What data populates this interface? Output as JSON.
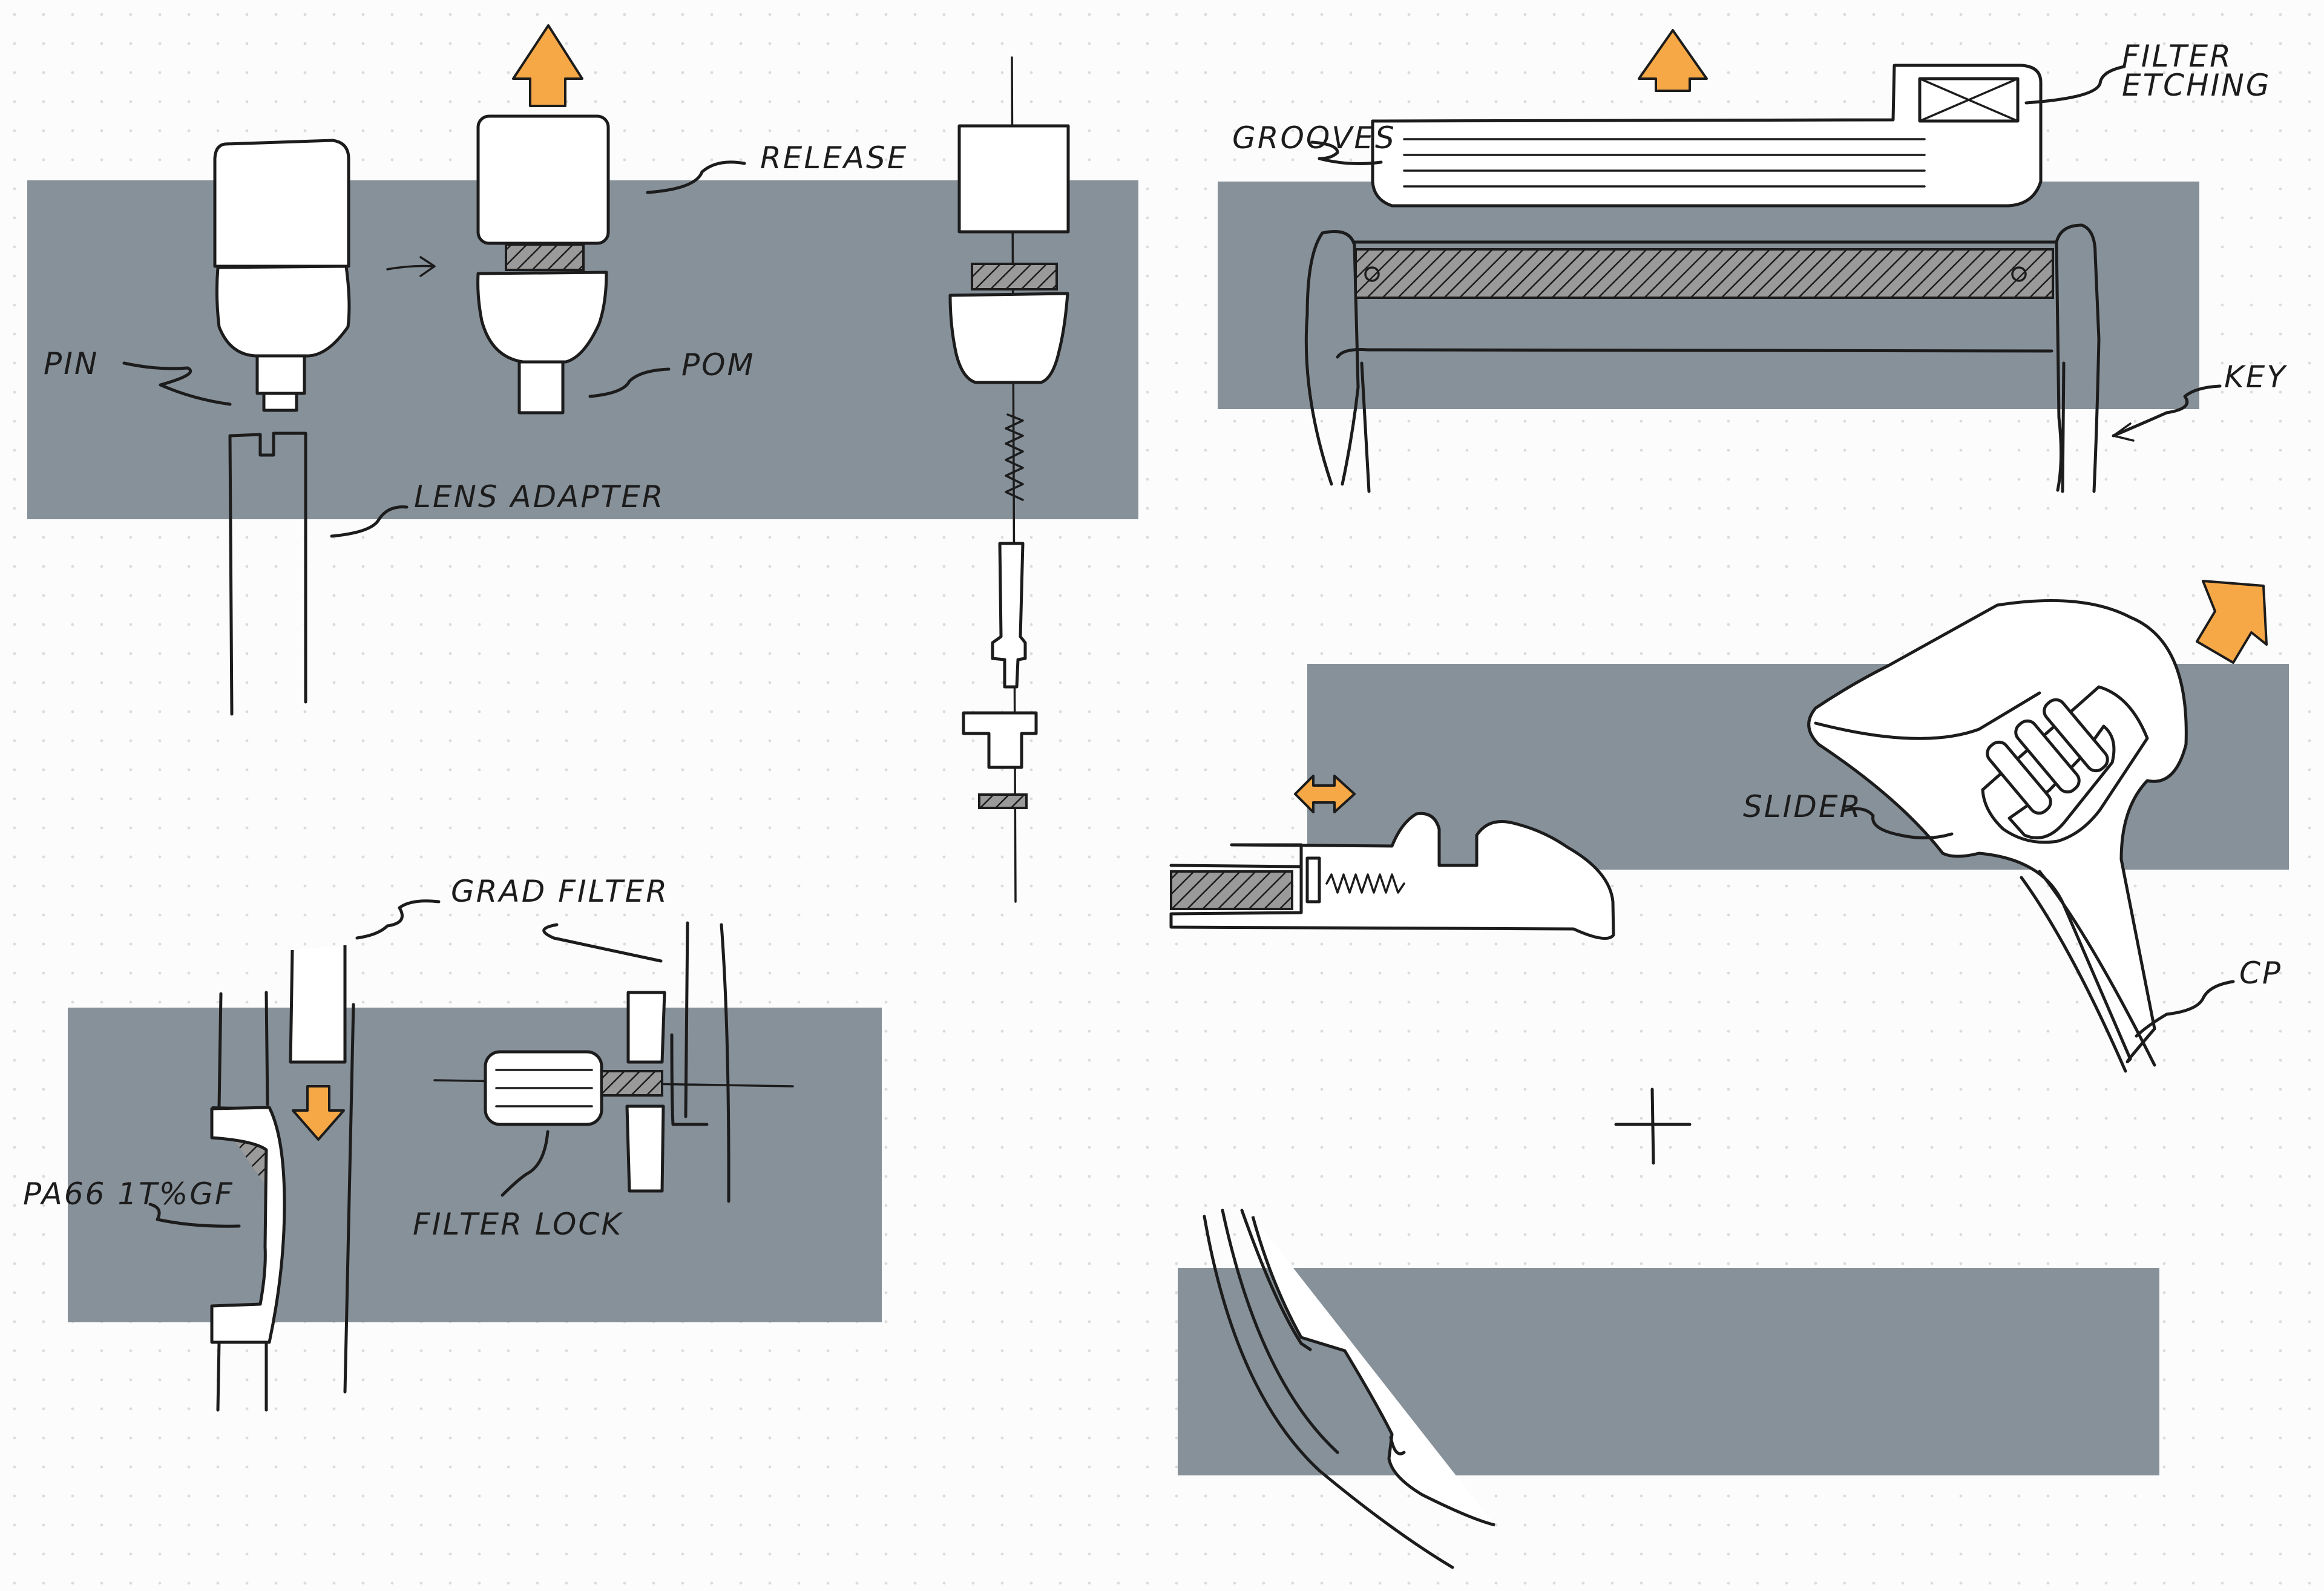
{
  "colors": {
    "background": "#fcfcfc",
    "band": "#87919a",
    "ink": "#1c1c1c",
    "arrow": "#f7a846",
    "part_fill": "#ffffff"
  },
  "labels": {
    "pin": "PIN",
    "release": "RELEASE",
    "pom": "POM",
    "lens_adapter": "LENS ADAPTER",
    "grooves": "GROOVES",
    "filter_etching_line1": "FILTER",
    "filter_etching_line2": "ETCHING",
    "key": "KEY",
    "grad_filter": "GRAD FILTER",
    "pa66": "PA66 1T%GF",
    "filter_lock": "FILTER LOCK",
    "slider": "SLIDER",
    "cp": "CP"
  }
}
